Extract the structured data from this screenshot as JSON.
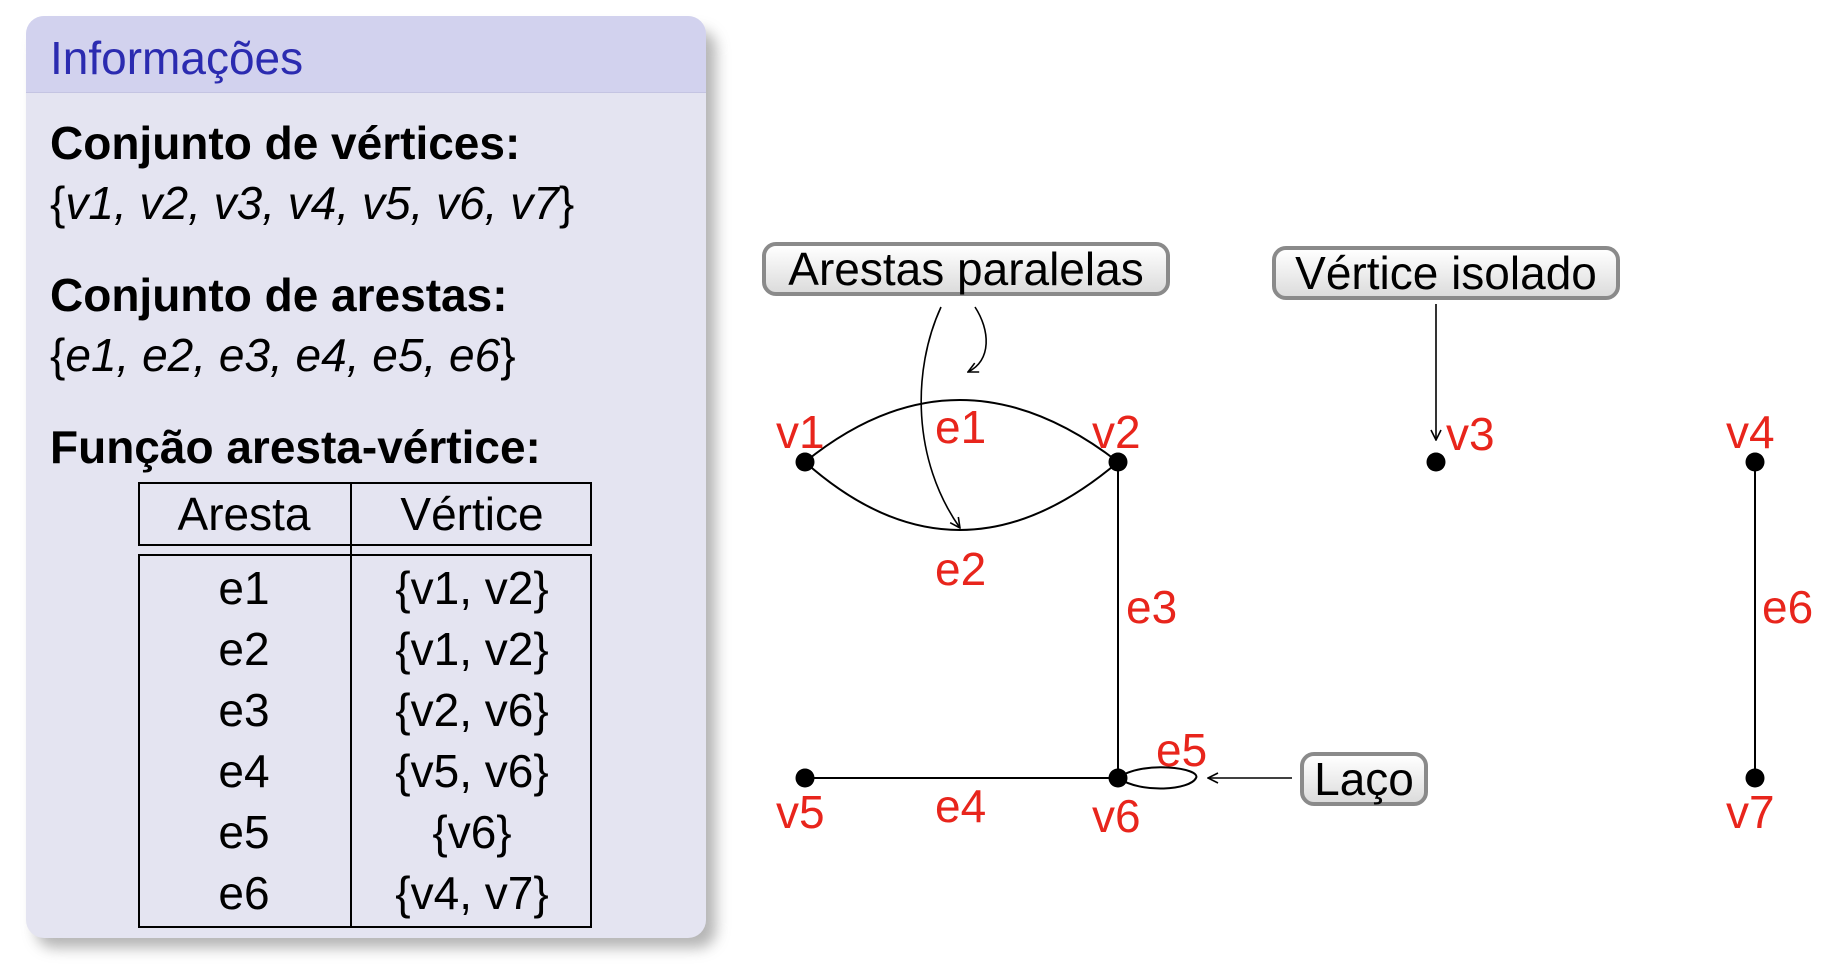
{
  "info": {
    "title": "Informações",
    "vertices_heading": "Conjunto de vértices:",
    "vertex_set": {
      "open": "{",
      "items": "v1, v2, v3, v4, v5, v6, v7",
      "close": "}"
    },
    "edges_heading": "Conjunto de arestas:",
    "edge_set": {
      "open": "{",
      "items": "e1, e2, e3, e4, e5, e6",
      "close": "}"
    },
    "function_heading": "Função aresta-vértice:",
    "table": {
      "headers": [
        "Aresta",
        "Vértice"
      ],
      "rows": [
        [
          "e1",
          "{v1, v2}"
        ],
        [
          "e2",
          "{v1, v2}"
        ],
        [
          "e3",
          "{v2, v6}"
        ],
        [
          "e4",
          "{v5, v6}"
        ],
        [
          "e5",
          "{v6}"
        ],
        [
          "e6",
          "{v4, v7}"
        ]
      ]
    }
  },
  "graph": {
    "vertices": [
      "v1",
      "v2",
      "v3",
      "v4",
      "v5",
      "v6",
      "v7"
    ],
    "edges": [
      {
        "label": "e1",
        "ends": [
          "v1",
          "v2"
        ]
      },
      {
        "label": "e2",
        "ends": [
          "v1",
          "v2"
        ]
      },
      {
        "label": "e3",
        "ends": [
          "v2",
          "v6"
        ]
      },
      {
        "label": "e4",
        "ends": [
          "v5",
          "v6"
        ]
      },
      {
        "label": "e5",
        "ends": [
          "v6"
        ]
      },
      {
        "label": "e6",
        "ends": [
          "v4",
          "v7"
        ]
      }
    ],
    "callouts": {
      "parallel": "Arestas paralelas",
      "isolated": "Vértice isolado",
      "loop": "Laço"
    }
  },
  "colors": {
    "label": "#e8251c",
    "title": "#2b2bb0",
    "block_body": "#e4e4f1",
    "block_header": "#d2d2ee"
  }
}
